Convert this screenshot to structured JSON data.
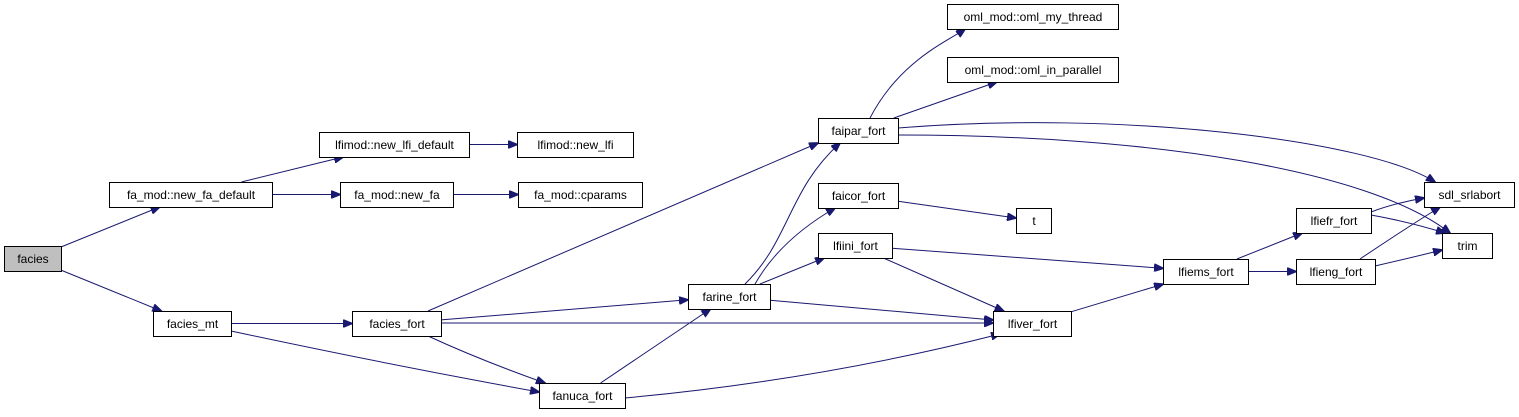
{
  "graph": {
    "nodes": [
      {
        "id": "facies",
        "label": "facies",
        "highlighted": true
      },
      {
        "id": "fa_new_default",
        "label": "fa_mod::new_fa_default"
      },
      {
        "id": "lfi_new_default",
        "label": "lfimod::new_lfi_default"
      },
      {
        "id": "lfi_new",
        "label": "lfimod::new_lfi"
      },
      {
        "id": "fa_new",
        "label": "fa_mod::new_fa"
      },
      {
        "id": "fa_cparams",
        "label": "fa_mod::cparams"
      },
      {
        "id": "facies_mt",
        "label": "facies_mt"
      },
      {
        "id": "facies_fort",
        "label": "facies_fort"
      },
      {
        "id": "fanuca_fort",
        "label": "fanuca_fort"
      },
      {
        "id": "farine_fort",
        "label": "farine_fort"
      },
      {
        "id": "faipar_fort",
        "label": "faipar_fort"
      },
      {
        "id": "faicor_fort",
        "label": "faicor_fort"
      },
      {
        "id": "lfiini_fort",
        "label": "lfiini_fort"
      },
      {
        "id": "oml_my_thread",
        "label": "oml_mod::oml_my_thread"
      },
      {
        "id": "oml_in_parallel",
        "label": "oml_mod::oml_in_parallel"
      },
      {
        "id": "t",
        "label": "t"
      },
      {
        "id": "lfiver_fort",
        "label": "lfiver_fort"
      },
      {
        "id": "lfiems_fort",
        "label": "lfiems_fort"
      },
      {
        "id": "lfiefr_fort",
        "label": "lfiefr_fort"
      },
      {
        "id": "lfieng_fort",
        "label": "lfieng_fort"
      },
      {
        "id": "sdl_srlabort",
        "label": "sdl_srlabort"
      },
      {
        "id": "trim",
        "label": "trim"
      }
    ],
    "edges": [
      {
        "from": "facies",
        "to": "fa_new_default"
      },
      {
        "from": "facies",
        "to": "facies_mt"
      },
      {
        "from": "fa_new_default",
        "to": "lfi_new_default"
      },
      {
        "from": "fa_new_default",
        "to": "fa_new"
      },
      {
        "from": "lfi_new_default",
        "to": "lfi_new"
      },
      {
        "from": "fa_new",
        "to": "fa_cparams"
      },
      {
        "from": "facies_mt",
        "to": "facies_fort"
      },
      {
        "from": "facies_mt",
        "to": "fanuca_fort"
      },
      {
        "from": "facies_fort",
        "to": "faipar_fort"
      },
      {
        "from": "facies_fort",
        "to": "farine_fort"
      },
      {
        "from": "facies_fort",
        "to": "lfiver_fort"
      },
      {
        "from": "facies_fort",
        "to": "fanuca_fort"
      },
      {
        "from": "fanuca_fort",
        "to": "farine_fort"
      },
      {
        "from": "fanuca_fort",
        "to": "lfiver_fort"
      },
      {
        "from": "farine_fort",
        "to": "faipar_fort"
      },
      {
        "from": "farine_fort",
        "to": "faicor_fort"
      },
      {
        "from": "farine_fort",
        "to": "lfiini_fort"
      },
      {
        "from": "farine_fort",
        "to": "lfiver_fort"
      },
      {
        "from": "faipar_fort",
        "to": "oml_my_thread"
      },
      {
        "from": "faipar_fort",
        "to": "oml_in_parallel"
      },
      {
        "from": "faipar_fort",
        "to": "sdl_srlabort"
      },
      {
        "from": "faipar_fort",
        "to": "trim"
      },
      {
        "from": "faicor_fort",
        "to": "t"
      },
      {
        "from": "lfiini_fort",
        "to": "lfiems_fort"
      },
      {
        "from": "lfiini_fort",
        "to": "lfiver_fort"
      },
      {
        "from": "lfiver_fort",
        "to": "lfiems_fort"
      },
      {
        "from": "lfiems_fort",
        "to": "lfiefr_fort"
      },
      {
        "from": "lfiems_fort",
        "to": "lfieng_fort"
      },
      {
        "from": "lfiefr_fort",
        "to": "sdl_srlabort"
      },
      {
        "from": "lfiefr_fort",
        "to": "trim"
      },
      {
        "from": "lfieng_fort",
        "to": "sdl_srlabort"
      },
      {
        "from": "lfieng_fort",
        "to": "trim"
      }
    ]
  },
  "colors": {
    "edge": "#191970",
    "node_fill": "#ffffff",
    "node_highlight_fill": "#bfbfbf",
    "node_border": "#000000"
  }
}
